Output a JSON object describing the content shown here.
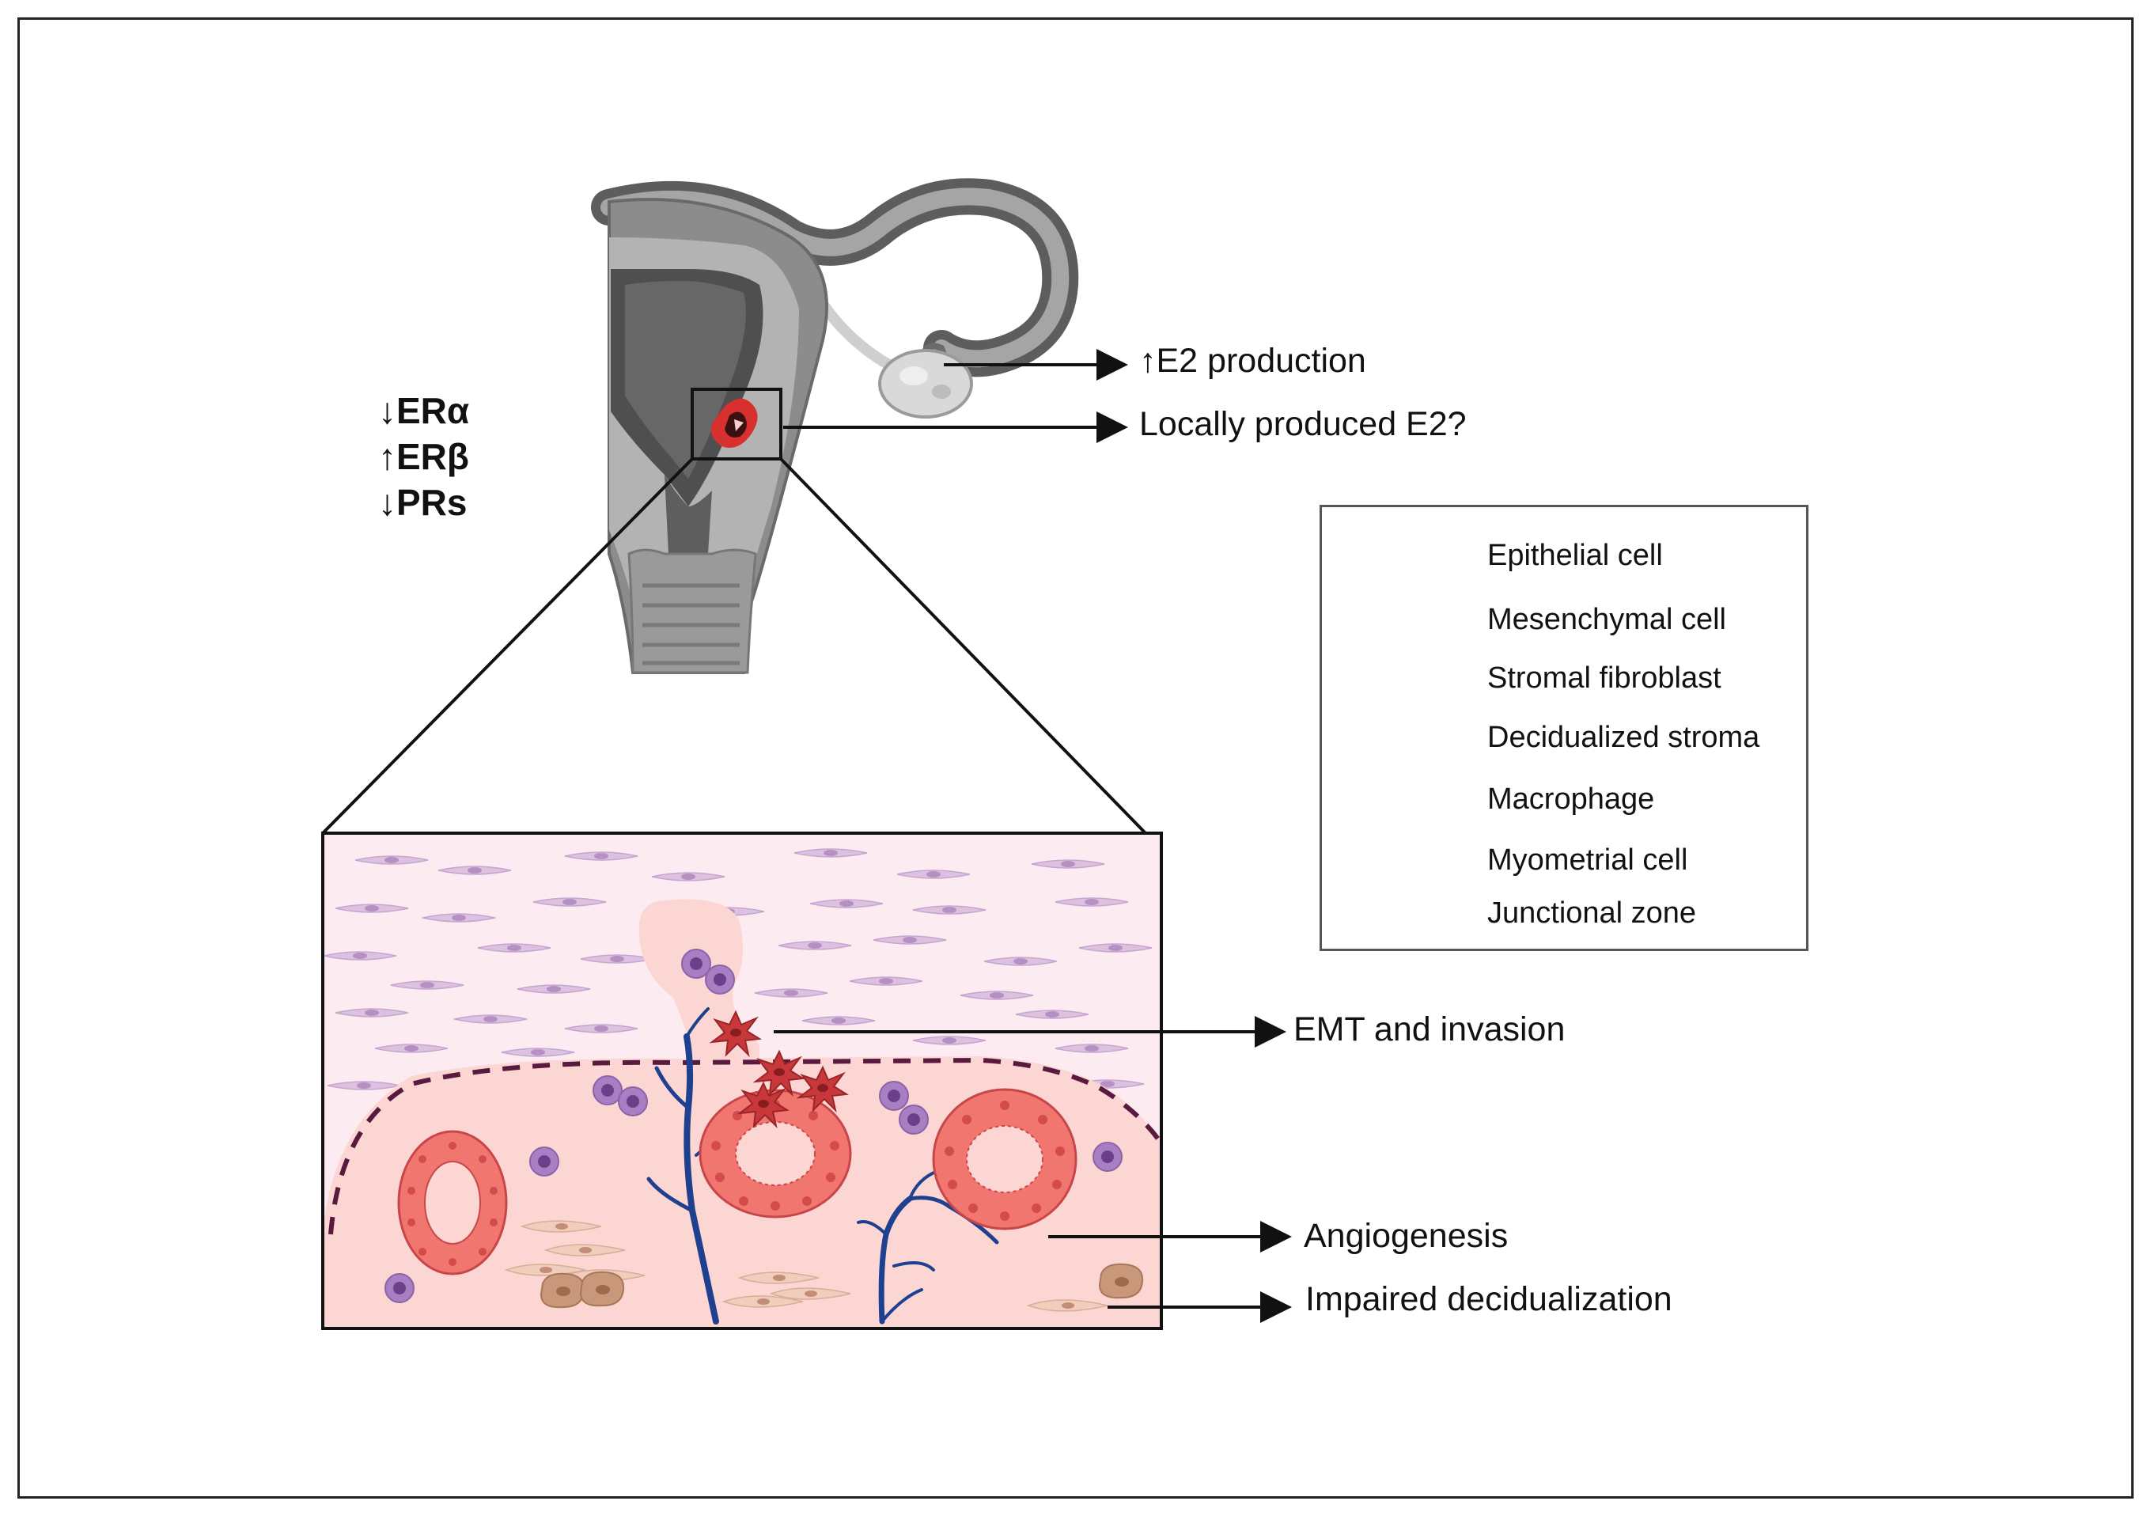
{
  "hormone_markers": [
    {
      "arrow": "↓",
      "text": "ERα"
    },
    {
      "arrow": "↑",
      "text": "ERβ"
    },
    {
      "arrow": "↓",
      "text": "PRs"
    }
  ],
  "annotations": {
    "e2_production": "↑E2 production",
    "local_e2": "Locally produced E2?",
    "emt": "EMT and invasion",
    "angiogenesis": "Angiogenesis",
    "decidualization": "Impaired decidualization"
  },
  "legend": {
    "items": [
      {
        "label": "Epithelial cell",
        "icon": "epithelial-cell-icon"
      },
      {
        "label": "Mesenchymal cell",
        "icon": "mesenchymal-cell-icon"
      },
      {
        "label": "Stromal fibroblast",
        "icon": "stromal-fibroblast-icon"
      },
      {
        "label": "Decidualized stroma",
        "icon": "decidualized-stroma-icon"
      },
      {
        "label": "Macrophage",
        "icon": "macrophage-icon"
      },
      {
        "label": "Myometrial cell",
        "icon": "myometrial-cell-icon"
      },
      {
        "label": "Junctional zone",
        "icon": "junctional-zone-icon"
      }
    ]
  },
  "colors": {
    "epithelial": "#f0766f",
    "mesenchymal": "#c8383a",
    "stromal": "#f2c9b7",
    "decidualized": "#c99573",
    "macrophage": "#a779c0",
    "myometrial": "#d7b6dc",
    "junctional": "#5a1a3f",
    "vessel": "#1f3f8f",
    "tissue_pink": "#fbdcd8",
    "myometrium_bg": "#fdeef2"
  }
}
